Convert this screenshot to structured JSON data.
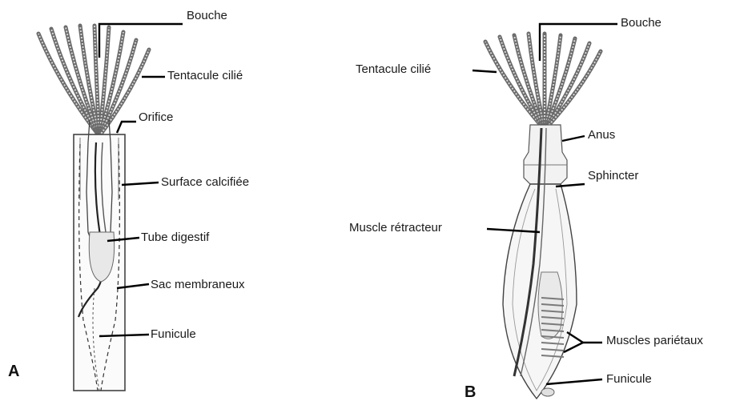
{
  "panel_a": {
    "letter": "A",
    "labels": {
      "bouche": "Bouche",
      "tentacule": "Tentacule cilié",
      "orifice": "Orifice",
      "surface": "Surface calcifiée",
      "tube": "Tube digestif",
      "sac": "Sac membraneux",
      "funicule": "Funicule"
    }
  },
  "panel_b": {
    "letter": "B",
    "labels": {
      "bouche": "Bouche",
      "tentacule": "Tentacule cilié",
      "anus": "Anus",
      "sphincter": "Sphincter",
      "muscle_retracteur": "Muscle rétracteur",
      "muscles_parietaux": "Muscles pariétaux",
      "funicule": "Funicule"
    }
  }
}
